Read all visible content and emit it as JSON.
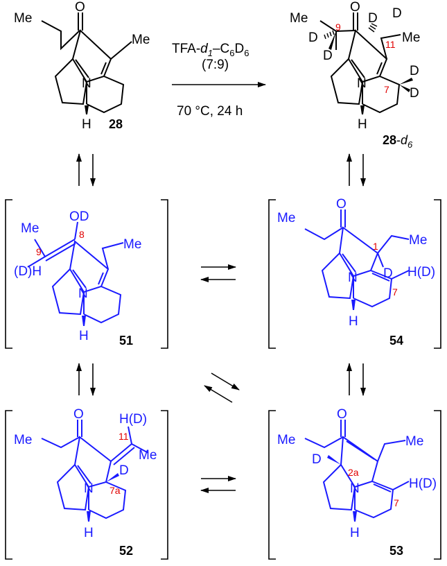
{
  "colors": {
    "black": "#000000",
    "blue": "#1a1aff",
    "red": "#e00000"
  },
  "conditions": {
    "reagent_prefix": "TFA-",
    "reagent_d": "d",
    "reagent_sub1": "1",
    "reagent_dash": "–C",
    "reagent_sub6a": "6",
    "reagent_D": "D",
    "reagent_sub6b": "6",
    "ratio": "(7:9)",
    "temp_time": "70 °C, 24 h"
  },
  "compounds": {
    "c28": {
      "label": "28",
      "me": "Me",
      "et_me": "Me",
      "o": "O",
      "n": "N",
      "h": "H"
    },
    "c28d6": {
      "label_num": "28",
      "label_dash": "-",
      "label_d": "d",
      "label_sub": "6",
      "me": "Me",
      "et_me": "Me",
      "o": "O",
      "n": "N",
      "h": "H",
      "d1": "D",
      "d2": "D",
      "d3": "D",
      "d4": "D",
      "d5": "D",
      "d6": "D",
      "pos9": "9",
      "pos11": "11",
      "pos7": "7"
    },
    "c51": {
      "label": "51",
      "me": "Me",
      "od": "OD",
      "dh": "(D)H",
      "et_me": "Me",
      "n": "N",
      "h": "H",
      "pos9": "9",
      "pos8": "8"
    },
    "c54": {
      "label": "54",
      "me": "Me",
      "o": "O",
      "et_me": "Me",
      "d": "D",
      "hd": "H(D)",
      "n": "N",
      "h": "H",
      "pos1": "1",
      "pos7": "7"
    },
    "c52": {
      "label": "52",
      "me": "Me",
      "o": "O",
      "hd": "H(D)",
      "et_me": "Me",
      "d": "D",
      "n": "N",
      "h": "H",
      "pos11": "11",
      "pos7a": "7a"
    },
    "c53": {
      "label": "53",
      "me": "Me",
      "o": "O",
      "et_me": "Me",
      "d": "D",
      "hd": "H(D)",
      "n": "N",
      "h": "H",
      "pos2a": "2a",
      "pos7": "7"
    }
  }
}
